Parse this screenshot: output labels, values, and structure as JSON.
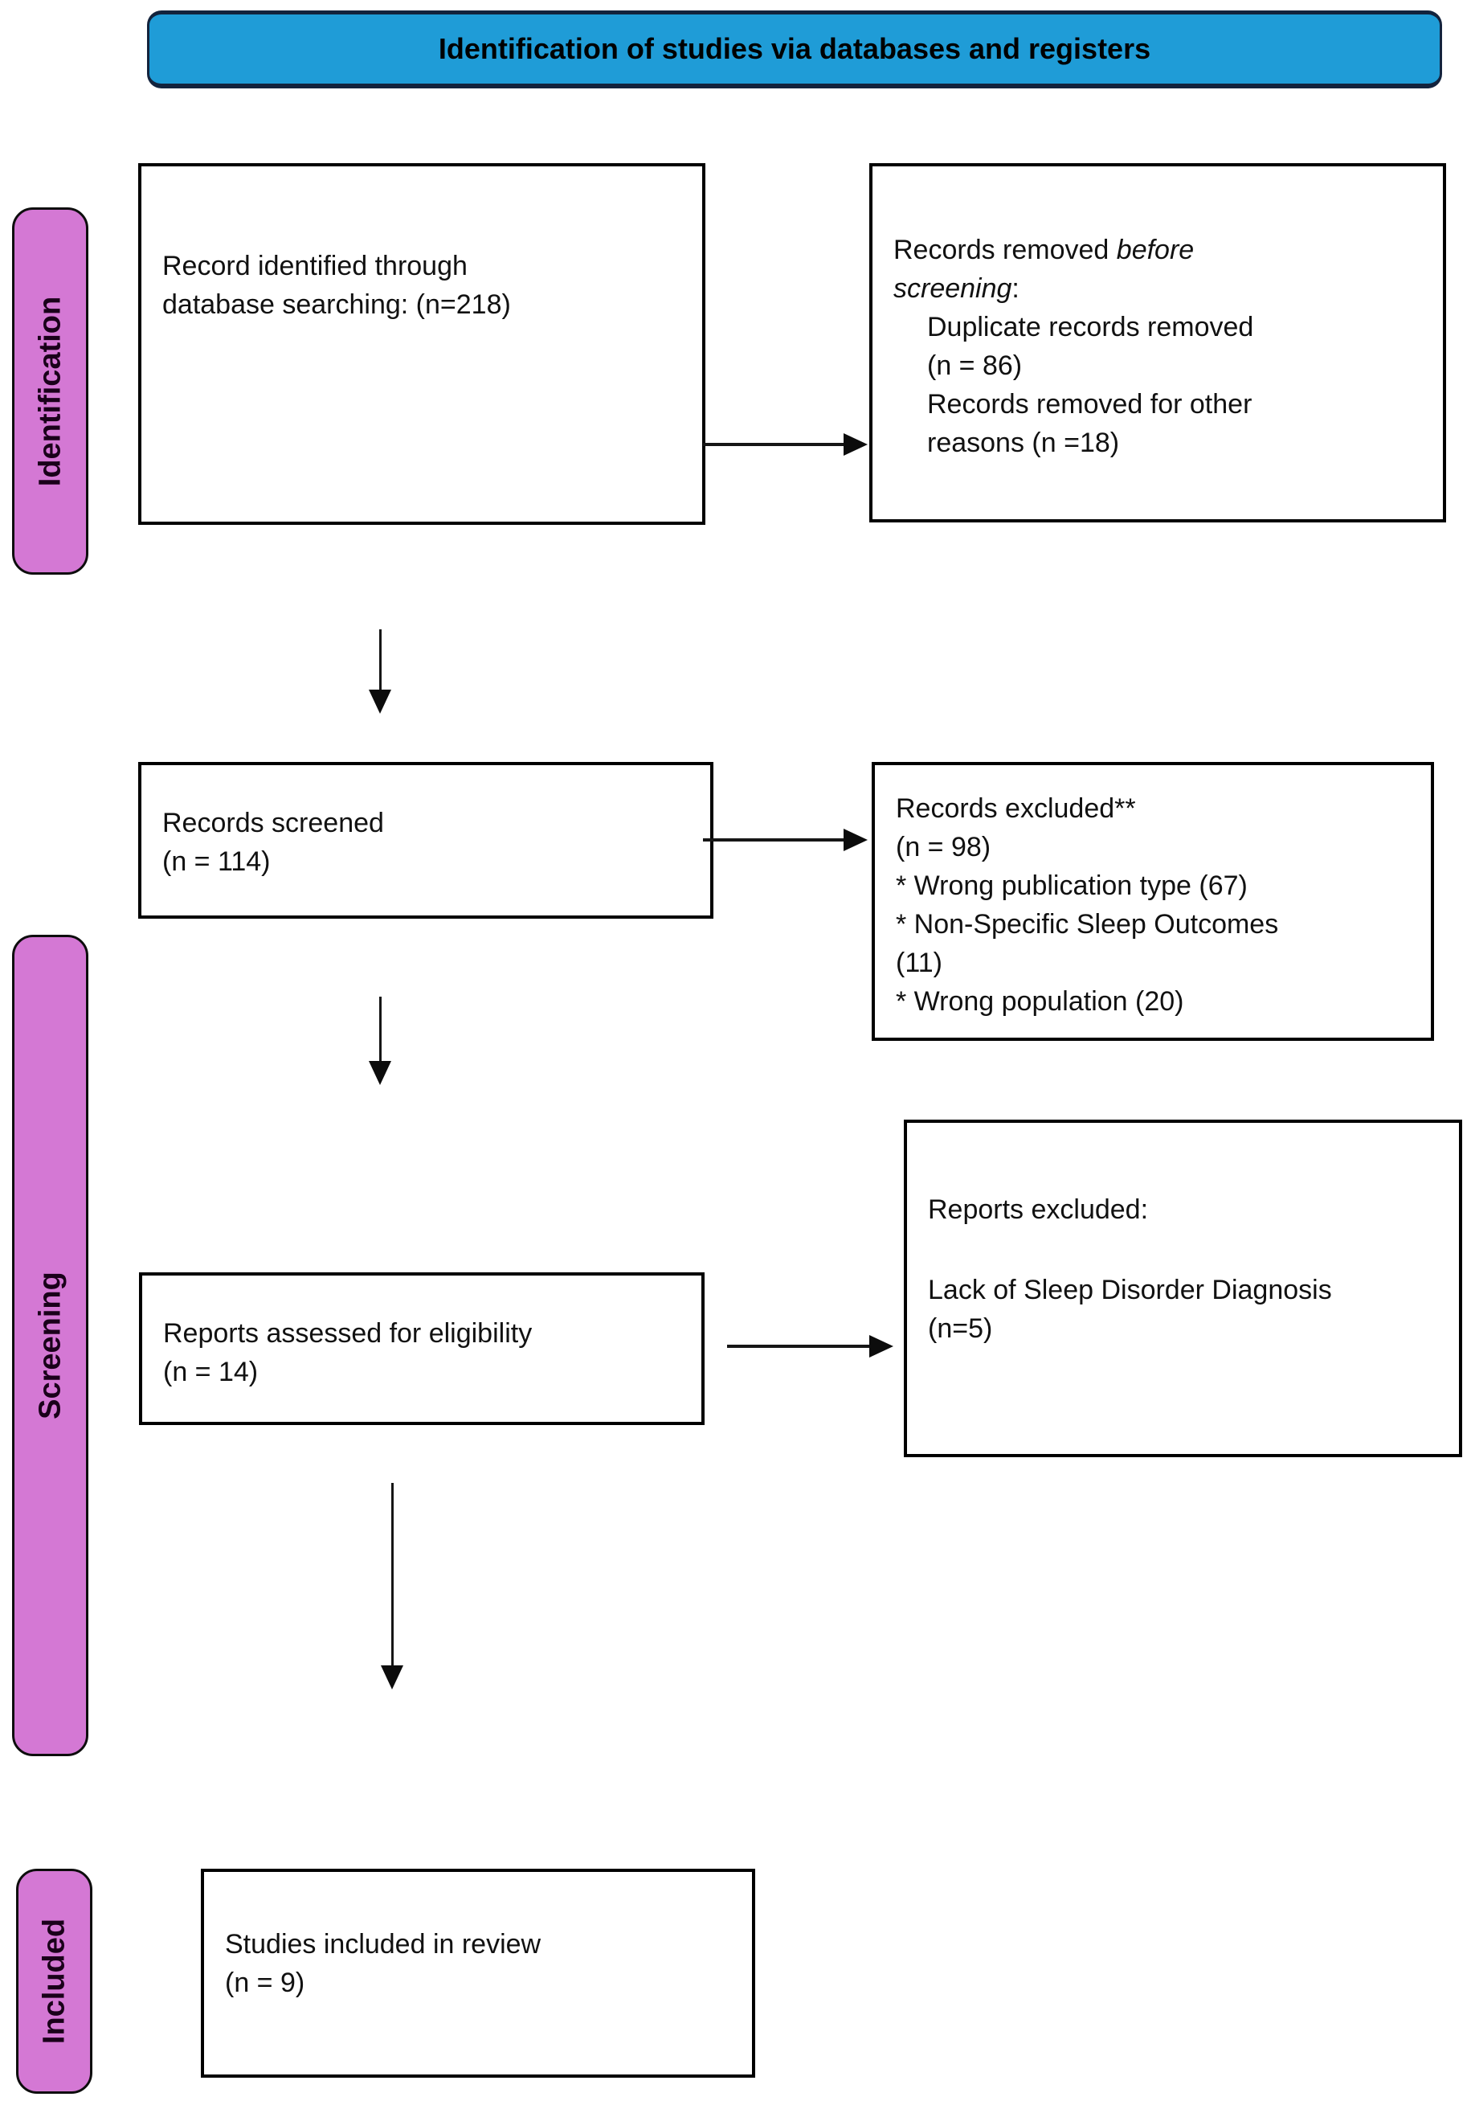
{
  "header": {
    "title": "Identification of studies via databases and registers"
  },
  "colors": {
    "header_bg": "#1f9cd7",
    "rail_bg": "#d478d4",
    "box_border": "#000000",
    "text": "#111111"
  },
  "rails": {
    "identification": "Identification",
    "screening": "Screening",
    "included": "Included"
  },
  "boxes": {
    "identified": {
      "lines": [
        "Record identified through",
        "database searching: (n=218)"
      ]
    },
    "removed_before": {
      "line1_normal": "Records removed",
      "line1_italic": "before",
      "line2_italic": "screening",
      "line2_normal": ":",
      "item1_lines": [
        "Duplicate records removed",
        "(n = 86)"
      ],
      "item2_lines": [
        "Records removed for other",
        "reasons (n =18)"
      ]
    },
    "screened": {
      "lines": [
        "Records screened",
        "(n = 114)"
      ]
    },
    "excluded": {
      "lines": [
        "Records excluded**",
        "(n = 98)",
        "* Wrong publication type (67)",
        "* Non-Specific Sleep Outcomes",
        "(11)",
        "* Wrong population (20)"
      ]
    },
    "assessed": {
      "lines": [
        "Reports assessed for eligibility",
        "(n = 14)"
      ]
    },
    "reports_excluded": {
      "title": "Reports excluded:",
      "lines": [
        "Lack of Sleep Disorder Diagnosis",
        "(n=5)"
      ]
    },
    "included_studies": {
      "lines": [
        "Studies included in review",
        "(n = 9)"
      ]
    }
  }
}
